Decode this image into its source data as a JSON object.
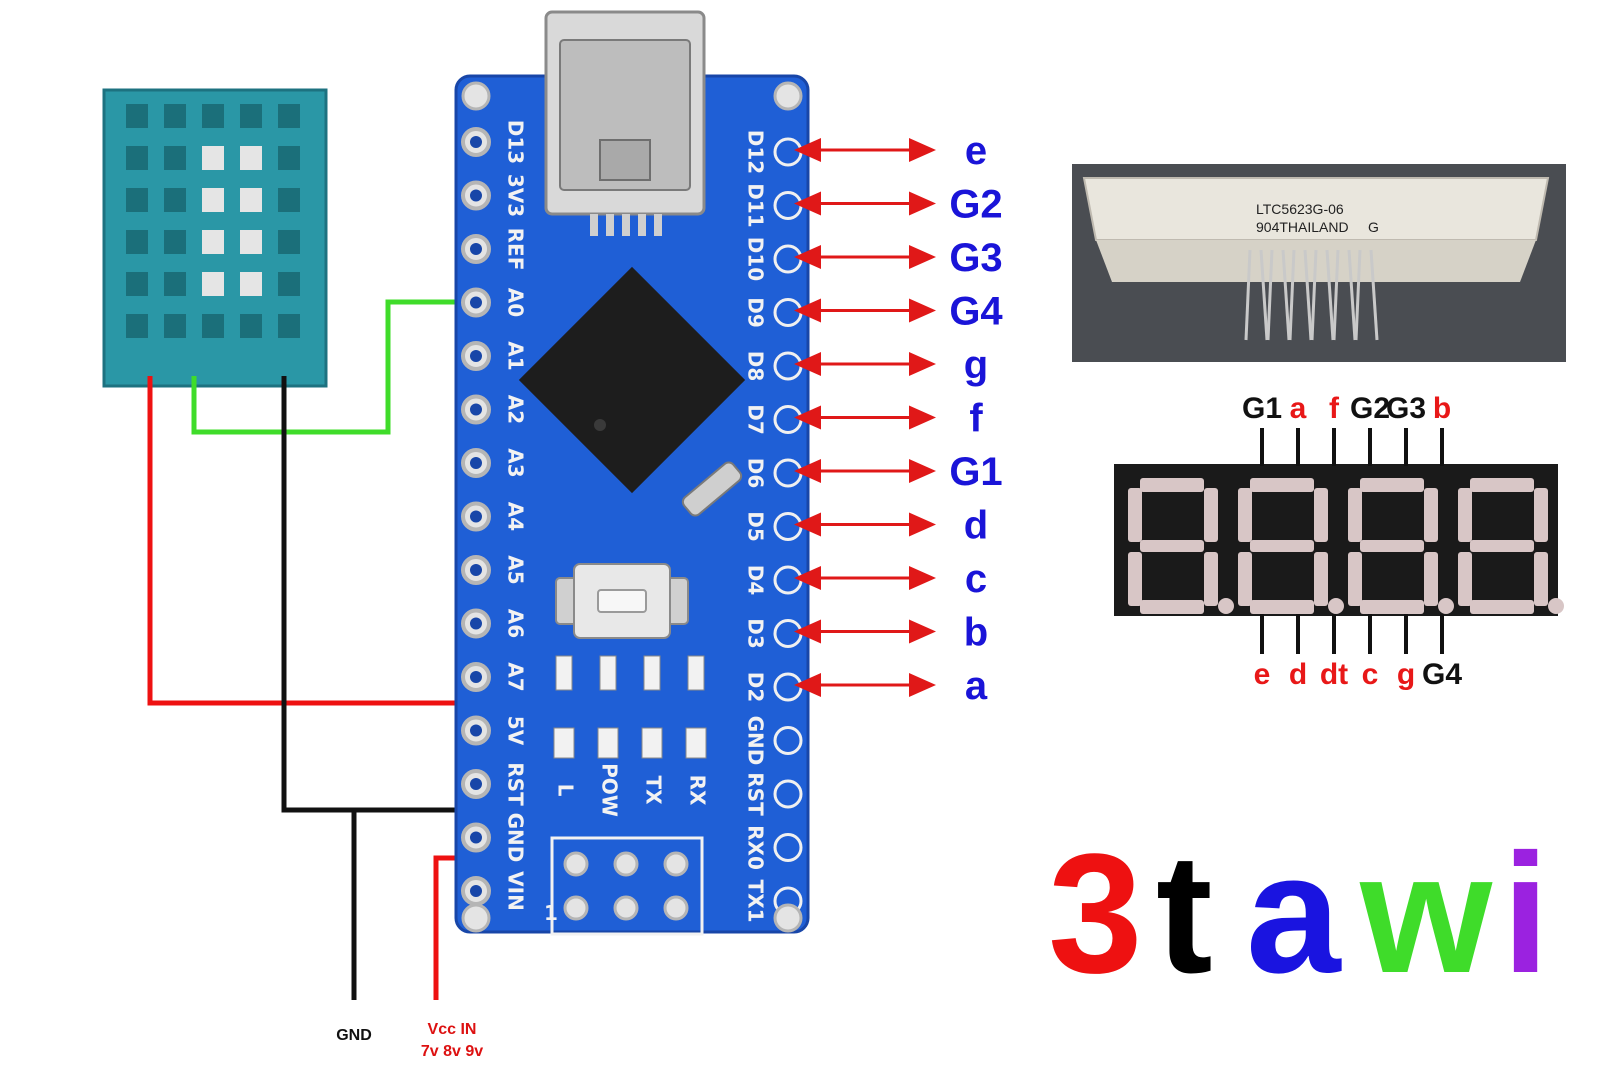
{
  "colors": {
    "board": "#1f5fd6",
    "board_dark": "#1846a8",
    "sensor": "#2a97a6",
    "wire_red": "#ee1111",
    "wire_green": "#3fdc2a",
    "wire_black": "#111111",
    "arrow": "#e01818",
    "pin_label": "#1a14d8",
    "segment_dim": "#d8c6c6",
    "display_body": "#1a1a1a"
  },
  "sensor": {
    "icon": "dht-sensor-icon"
  },
  "board": {
    "icon": "arduino-nano-icon",
    "left_pins": [
      "D13",
      "3V3",
      "REF",
      "A0",
      "A1",
      "A2",
      "A3",
      "A4",
      "A5",
      "A6",
      "A7",
      "5V",
      "RST",
      "GND",
      "VIN"
    ],
    "right_pins": [
      "D12",
      "D11",
      "D10",
      "D9",
      "D8",
      "D7",
      "D6",
      "D5",
      "D4",
      "D3",
      "D2",
      "GND",
      "RST",
      "RX0",
      "TX1"
    ],
    "leds": [
      "L",
      "POW",
      "TX",
      "RX"
    ],
    "header_number": "1"
  },
  "pin_map": [
    {
      "pin": "D12",
      "label": "e"
    },
    {
      "pin": "D11",
      "label": "G2"
    },
    {
      "pin": "D10",
      "label": "G3"
    },
    {
      "pin": "D9",
      "label": "G4"
    },
    {
      "pin": "D8",
      "label": "g"
    },
    {
      "pin": "D7",
      "label": "f"
    },
    {
      "pin": "D6",
      "label": "G1"
    },
    {
      "pin": "D5",
      "label": "d"
    },
    {
      "pin": "D4",
      "label": "c"
    },
    {
      "pin": "D3",
      "label": "b"
    },
    {
      "pin": "D2",
      "label": "a"
    }
  ],
  "supply": {
    "gnd_label": "GND",
    "vcc_label": "Vcc IN",
    "vcc_values": "7v 8v 9v"
  },
  "display_module": {
    "part_line1": "LTC5623G-06",
    "part_line2": "904THAILAND",
    "part_suffix": "G"
  },
  "display_pins": {
    "top": [
      {
        "label": "G1",
        "color": "black"
      },
      {
        "label": "a",
        "color": "red"
      },
      {
        "label": "f",
        "color": "red"
      },
      {
        "label": "G2",
        "color": "black"
      },
      {
        "label": "G3",
        "color": "black"
      },
      {
        "label": "b",
        "color": "red"
      }
    ],
    "bottom": [
      {
        "label": "e",
        "color": "red"
      },
      {
        "label": "d",
        "color": "red"
      },
      {
        "label": "dt",
        "color": "red"
      },
      {
        "label": "c",
        "color": "red"
      },
      {
        "label": "g",
        "color": "red"
      },
      {
        "label": "G4",
        "color": "black"
      }
    ]
  },
  "brand": {
    "letters": [
      {
        "char": "3",
        "color": "#ee1111"
      },
      {
        "char": "t",
        "color": "#000000"
      },
      {
        "char": "a",
        "color": "#1a14e0"
      },
      {
        "char": "w",
        "color": "#3fdc2a"
      },
      {
        "char": "i",
        "color": "#9b22e0"
      }
    ]
  }
}
